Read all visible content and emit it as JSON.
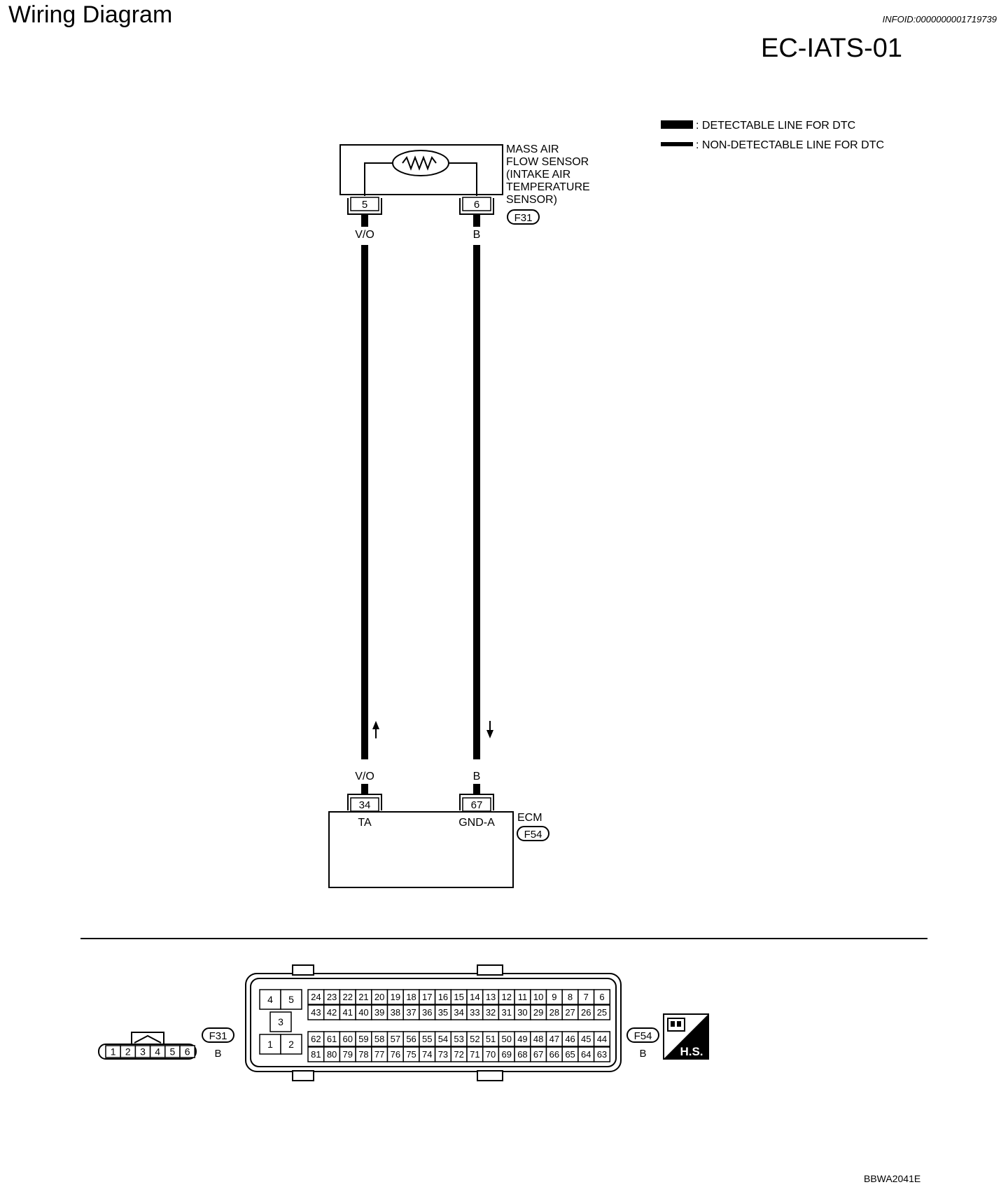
{
  "header": {
    "title": "Wiring Diagram",
    "info_id": "INFOID:0000000001719739",
    "diagram_id": "EC-IATS-01"
  },
  "legend": {
    "detectable": ": DETECTABLE LINE FOR DTC",
    "non_detectable": ": NON-DETECTABLE LINE FOR DTC"
  },
  "sensor": {
    "label_lines": [
      "MASS AIR",
      "FLOW SENSOR",
      "(INTAKE AIR",
      "TEMPERATURE",
      "SENSOR)"
    ],
    "connector": "F31",
    "pin_left": "5",
    "pin_right": "6"
  },
  "wires": {
    "left_color_top": "V/O",
    "right_color_top": "B",
    "left_color_bottom": "V/O",
    "right_color_bottom": "B"
  },
  "ecm": {
    "label": "ECM",
    "connector": "F54",
    "pin_left": "34",
    "pin_right": "67",
    "term_left": "TA",
    "term_right": "GND-A"
  },
  "connector_views": {
    "f31": {
      "label": "F31",
      "color": "B",
      "pins": [
        "1",
        "2",
        "3",
        "4",
        "5",
        "6"
      ]
    },
    "f54": {
      "label": "F54",
      "color": "B",
      "small_pins": [
        "4",
        "5",
        "3",
        "1",
        "2"
      ],
      "row1": [
        "24",
        "23",
        "22",
        "21",
        "20",
        "19",
        "18",
        "17",
        "16",
        "15",
        "14",
        "13",
        "12",
        "11",
        "10",
        "9",
        "8",
        "7",
        "6"
      ],
      "row2": [
        "43",
        "42",
        "41",
        "40",
        "39",
        "38",
        "37",
        "36",
        "35",
        "34",
        "33",
        "32",
        "31",
        "30",
        "29",
        "28",
        "27",
        "26",
        "25"
      ],
      "row3": [
        "62",
        "61",
        "60",
        "59",
        "58",
        "57",
        "56",
        "55",
        "54",
        "53",
        "52",
        "51",
        "50",
        "49",
        "48",
        "47",
        "46",
        "45",
        "44"
      ],
      "row4": [
        "81",
        "80",
        "79",
        "78",
        "77",
        "76",
        "75",
        "74",
        "73",
        "72",
        "71",
        "70",
        "69",
        "68",
        "67",
        "66",
        "65",
        "64",
        "63"
      ]
    },
    "hs_badge": "H.S."
  },
  "footer": {
    "code": "BBWA2041E"
  }
}
